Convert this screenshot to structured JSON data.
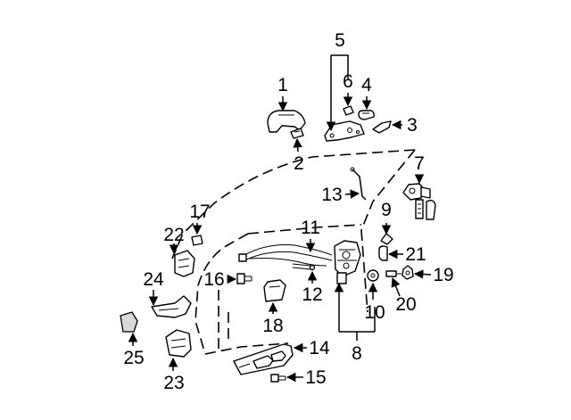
{
  "diagram": {
    "callouts": [
      {
        "id": "1",
        "label": "1"
      },
      {
        "id": "2",
        "label": "2"
      },
      {
        "id": "3",
        "label": "3"
      },
      {
        "id": "4",
        "label": "4"
      },
      {
        "id": "5",
        "label": "5"
      },
      {
        "id": "6",
        "label": "6"
      },
      {
        "id": "7",
        "label": "7"
      },
      {
        "id": "8",
        "label": "8"
      },
      {
        "id": "9",
        "label": "9"
      },
      {
        "id": "10",
        "label": "10"
      },
      {
        "id": "11",
        "label": "11"
      },
      {
        "id": "12",
        "label": "12"
      },
      {
        "id": "13",
        "label": "13"
      },
      {
        "id": "14",
        "label": "14"
      },
      {
        "id": "15",
        "label": "15"
      },
      {
        "id": "16",
        "label": "16"
      },
      {
        "id": "17",
        "label": "17"
      },
      {
        "id": "18",
        "label": "18"
      },
      {
        "id": "19",
        "label": "19"
      },
      {
        "id": "20",
        "label": "20"
      },
      {
        "id": "21",
        "label": "21"
      },
      {
        "id": "22",
        "label": "22"
      },
      {
        "id": "23",
        "label": "23"
      },
      {
        "id": "24",
        "label": "24"
      },
      {
        "id": "25",
        "label": "25"
      }
    ]
  }
}
